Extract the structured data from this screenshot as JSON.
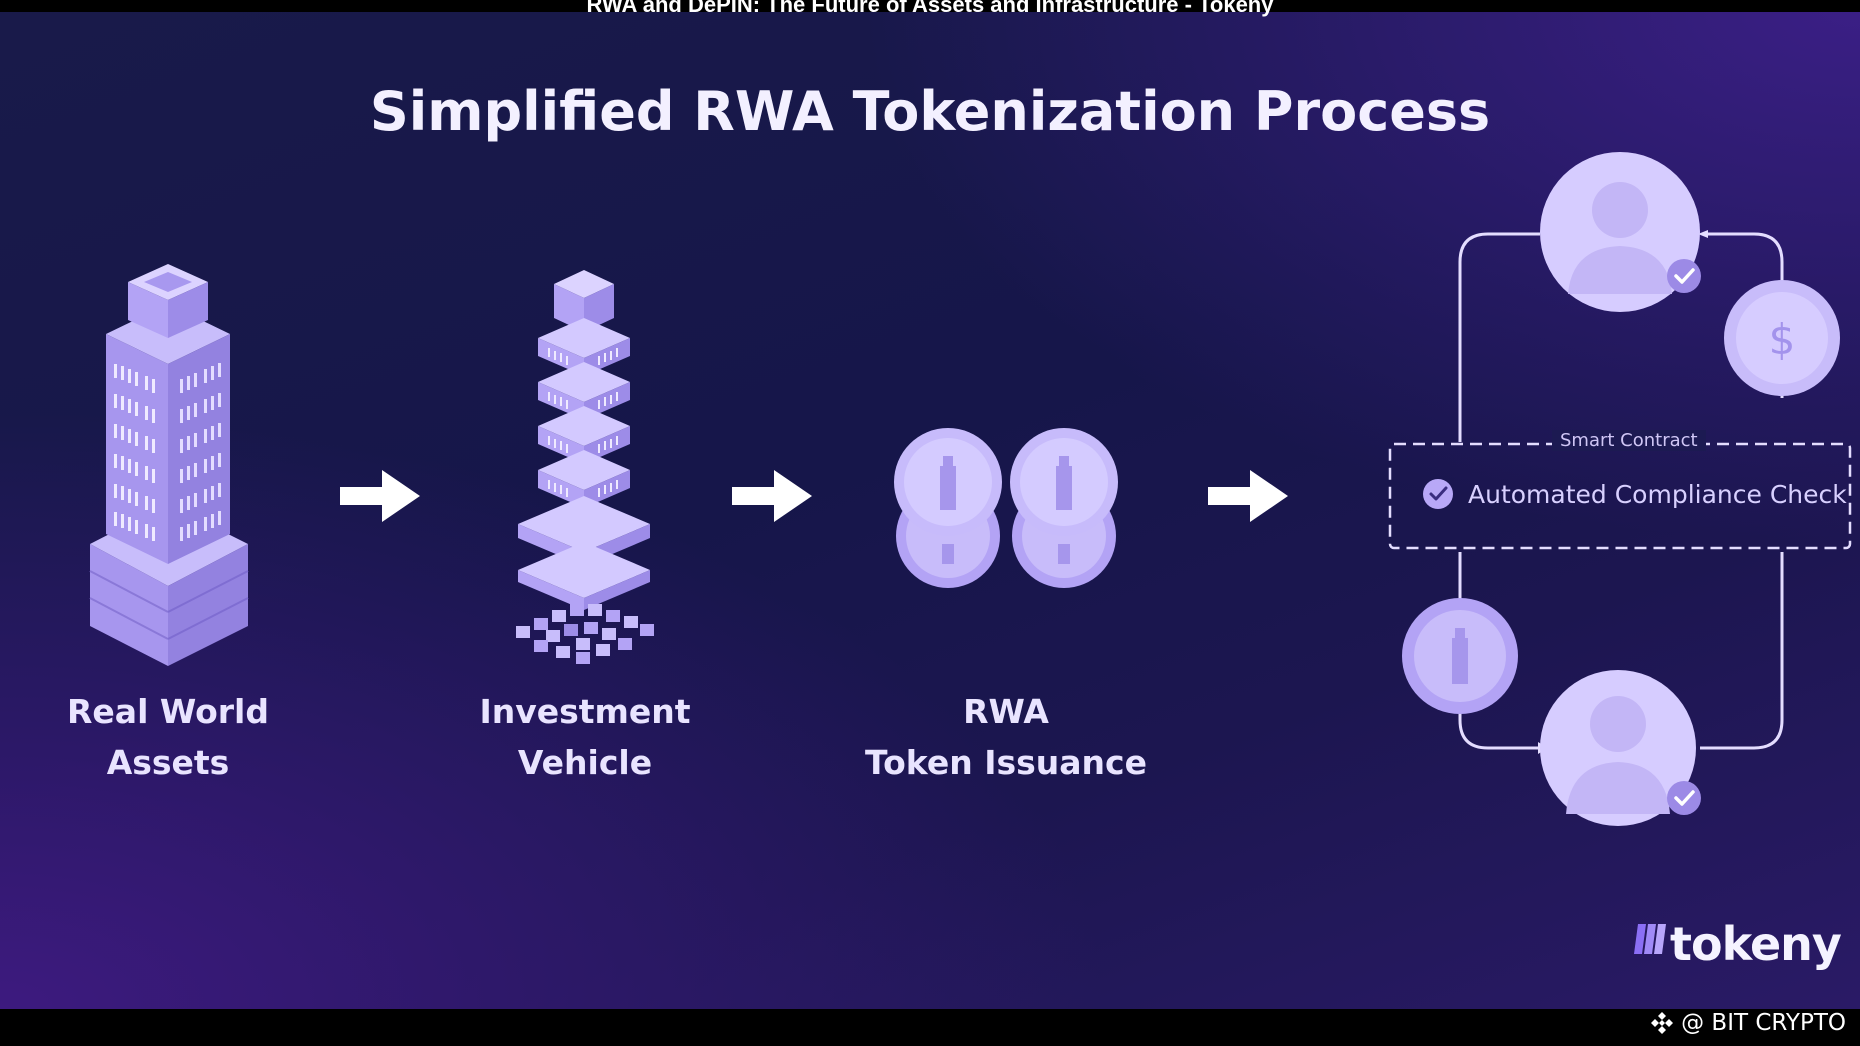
{
  "caption": "RWA and DePIN: The Future of Assets and Infrastructure - Tokeny",
  "title": "Simplified RWA Tokenization Process",
  "steps": [
    {
      "line1": "Real World",
      "line2": "Assets",
      "icon": "skyscraper-icon"
    },
    {
      "line1": "Investment",
      "line2": "Vehicle",
      "icon": "fractionalized-building-icon"
    },
    {
      "line1": "RWA",
      "line2": "Token Issuance",
      "icon": "token-coins-icon"
    }
  ],
  "smart_contract": {
    "title": "Smart Contract",
    "check_text": "Automated Compliance Check",
    "icons": [
      "investor-avatar-icon",
      "dollar-coin-icon",
      "token-coin-icon",
      "investor-avatar-icon"
    ]
  },
  "logo": {
    "text": "tokeny"
  },
  "watermark": {
    "text": "@ BIT CRYPTO"
  },
  "colors": {
    "background": "#1a1a4e",
    "accent": "#b3a3f5",
    "text": "#eee9ff"
  }
}
